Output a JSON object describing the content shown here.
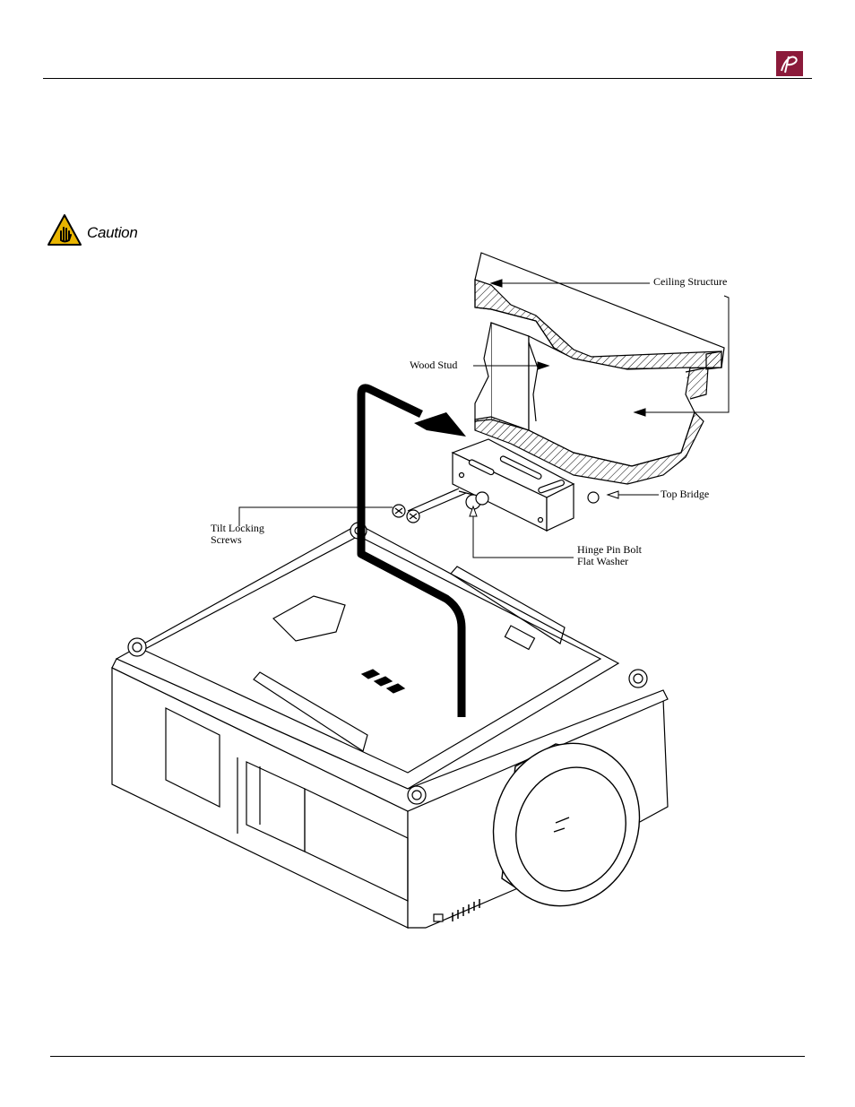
{
  "header": {
    "logo_icon": "publisher-logo-icon",
    "logo_color": "#8b1a3a"
  },
  "caution": {
    "icon": "caution-hand-warning-icon",
    "label": "Caution"
  },
  "figure": {
    "labels": {
      "ceiling_structure": "Ceiling Structure",
      "wood_stud": "Wood Stud",
      "top_bridge": "Top Bridge",
      "tilt_locking_screws_line1": "Tilt Locking",
      "tilt_locking_screws_line2": "Screws",
      "hinge_pin_bolt": "Hinge Pin Bolt",
      "flat_washer": "Flat Washer"
    }
  }
}
